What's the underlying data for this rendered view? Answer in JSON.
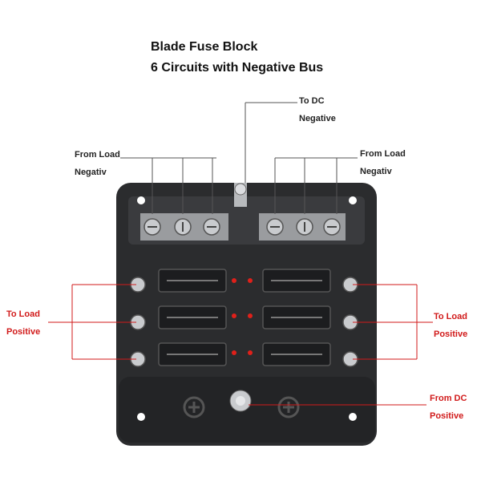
{
  "title": {
    "line1": "Blade Fuse Block",
    "line2": "6 Circuits with Negative Bus"
  },
  "labels": {
    "to_dc_negative": [
      "To DC",
      "Negative"
    ],
    "from_load_negative_left": [
      "From Load",
      "Negativ"
    ],
    "from_load_negative_right": [
      "From Load",
      "Negativ"
    ],
    "to_load_positive_left": [
      "To Load",
      "Positive"
    ],
    "to_load_positive_right": [
      "To Load",
      "Positive"
    ],
    "from_dc_positive": [
      "From DC",
      "Positive"
    ]
  },
  "colors": {
    "body": "#2b2c2e",
    "led": "#e0201a",
    "label_red": "#d11a1a"
  }
}
